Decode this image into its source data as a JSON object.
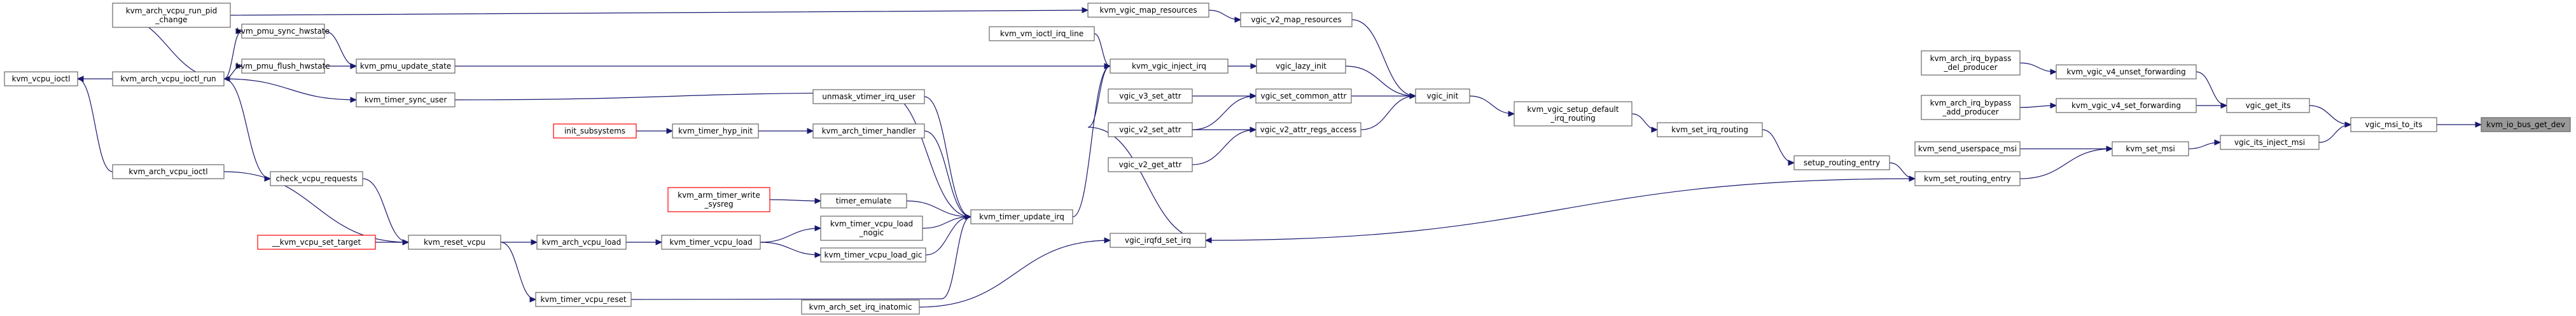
{
  "nodes": [
    {
      "id": "n0",
      "lines": [
        "kvm_vcpu_ioctl"
      ]
    },
    {
      "id": "n1",
      "lines": [
        "kvm_arch_vcpu_run_pid",
        "_change"
      ]
    },
    {
      "id": "n2",
      "lines": [
        "kvm_arch_vcpu_ioctl_run"
      ]
    },
    {
      "id": "n3",
      "lines": [
        "kvm_arch_vcpu_ioctl"
      ]
    },
    {
      "id": "n4",
      "lines": [
        "kvm_pmu_sync_hwstate"
      ]
    },
    {
      "id": "n5",
      "lines": [
        "kvm_pmu_flush_hwstate"
      ]
    },
    {
      "id": "n6",
      "lines": [
        "kvm_pmu_update_state"
      ]
    },
    {
      "id": "n7",
      "lines": [
        "kvm_timer_sync_user"
      ]
    },
    {
      "id": "n8",
      "lines": [
        "check_vcpu_requests"
      ]
    },
    {
      "id": "n9",
      "lines": [
        "__kvm_vcpu_set_target"
      ],
      "red": true
    },
    {
      "id": "n10",
      "lines": [
        "kvm_reset_vcpu"
      ]
    },
    {
      "id": "n11",
      "lines": [
        "kvm_arch_vcpu_load"
      ]
    },
    {
      "id": "n12",
      "lines": [
        "kvm_timer_vcpu_load"
      ]
    },
    {
      "id": "n13",
      "lines": [
        "kvm_timer_vcpu_reset"
      ]
    },
    {
      "id": "n14",
      "lines": [
        "init_subsystems"
      ],
      "red": true
    },
    {
      "id": "n15",
      "lines": [
        "kvm_timer_hyp_init"
      ]
    },
    {
      "id": "n16",
      "lines": [
        "kvm_arch_timer_handler"
      ]
    },
    {
      "id": "n17",
      "lines": [
        "kvm_arm_timer_write",
        "_sysreg"
      ],
      "red": true
    },
    {
      "id": "n18",
      "lines": [
        "timer_emulate"
      ]
    },
    {
      "id": "n19",
      "lines": [
        "kvm_timer_vcpu_load",
        "_nogic"
      ]
    },
    {
      "id": "n20",
      "lines": [
        "kvm_timer_vcpu_load_gic"
      ]
    },
    {
      "id": "n21",
      "lines": [
        "unmask_vtimer_irq_user"
      ]
    },
    {
      "id": "n22",
      "lines": [
        "kvm_timer_update_irq"
      ]
    },
    {
      "id": "n23",
      "lines": [
        "kvm_arch_set_irq_inatomic"
      ]
    },
    {
      "id": "n24",
      "lines": [
        "kvm_vm_ioctl_irq_line"
      ]
    },
    {
      "id": "n25",
      "lines": [
        "kvm_vgic_map_resources"
      ]
    },
    {
      "id": "n26",
      "lines": [
        "vgic_v2_map_resources"
      ]
    },
    {
      "id": "n27",
      "lines": [
        "kvm_vgic_inject_irq"
      ]
    },
    {
      "id": "n28",
      "lines": [
        "vgic_lazy_init"
      ]
    },
    {
      "id": "n29",
      "lines": [
        "vgic_v3_set_attr"
      ]
    },
    {
      "id": "n30",
      "lines": [
        "vgic_set_common_attr"
      ]
    },
    {
      "id": "n31",
      "lines": [
        "vgic_v2_set_attr"
      ]
    },
    {
      "id": "n32",
      "lines": [
        "vgic_v2_attr_regs_access"
      ]
    },
    {
      "id": "n33",
      "lines": [
        "vgic_v2_get_attr"
      ]
    },
    {
      "id": "n34",
      "lines": [
        "vgic_irqfd_set_irq"
      ]
    },
    {
      "id": "n35",
      "lines": [
        "vgic_init"
      ]
    },
    {
      "id": "n36",
      "lines": [
        "kvm_vgic_setup_default",
        "_irq_routing"
      ]
    },
    {
      "id": "n37",
      "lines": [
        "kvm_set_irq_routing"
      ]
    },
    {
      "id": "n38",
      "lines": [
        "setup_routing_entry"
      ]
    },
    {
      "id": "n39",
      "lines": [
        "kvm_set_routing_entry"
      ]
    },
    {
      "id": "n40",
      "lines": [
        "kvm_send_userspace_msi"
      ]
    },
    {
      "id": "n41",
      "lines": [
        "kvm_set_msi"
      ]
    },
    {
      "id": "n42",
      "lines": [
        "kvm_arch_irq_bypass",
        "_del_producer"
      ]
    },
    {
      "id": "n43",
      "lines": [
        "kvm_vgic_v4_unset_forwarding"
      ]
    },
    {
      "id": "n44",
      "lines": [
        "kvm_arch_irq_bypass",
        "_add_producer"
      ]
    },
    {
      "id": "n45",
      "lines": [
        "kvm_vgic_v4_set_forwarding"
      ]
    },
    {
      "id": "n46",
      "lines": [
        "vgic_get_its"
      ]
    },
    {
      "id": "n47",
      "lines": [
        "vgic_its_inject_msi"
      ]
    },
    {
      "id": "n48",
      "lines": [
        "vgic_msi_to_its"
      ]
    },
    {
      "id": "n49",
      "lines": [
        "kvm_io_bus_get_dev"
      ],
      "focus": true
    }
  ]
}
